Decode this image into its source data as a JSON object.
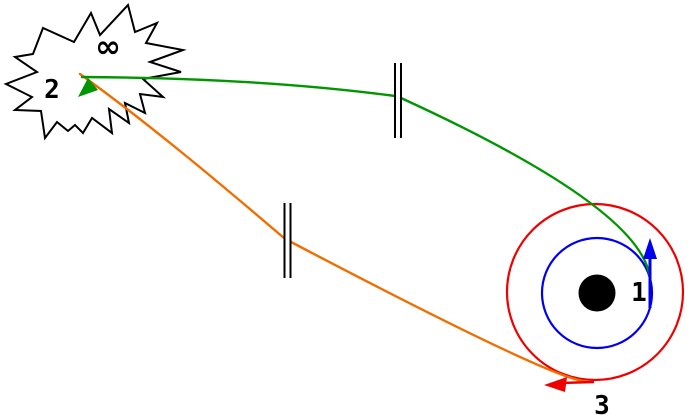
{
  "labels": {
    "point_1": "1",
    "point_2": "2",
    "point_3": "3",
    "infinity": "∞"
  },
  "colors": {
    "inner_orbit": "#0000ee",
    "outer_orbit": "#ee0000",
    "escape_trajectory": "#009600",
    "return_trajectory": "#f06e00",
    "central_body": "#000000",
    "break_marks": "#000000",
    "starburst_outline": "#000000",
    "background": "#ffffff"
  }
}
